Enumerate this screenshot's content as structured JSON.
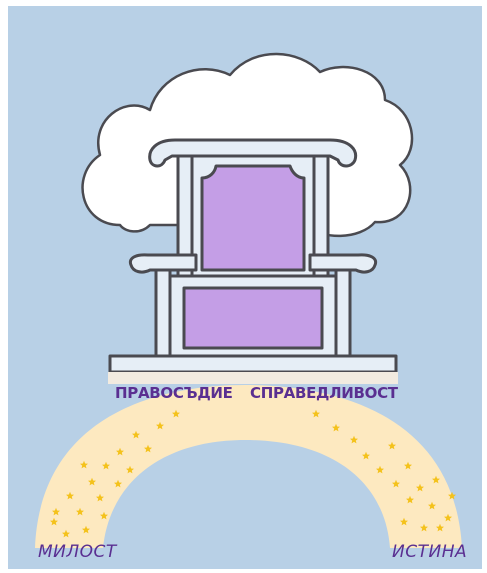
{
  "colors": {
    "sky": "#b8d0e6",
    "cloud": "#ffffff",
    "outline": "#4a4a50",
    "throne_frame": "#e6eef6",
    "throne_cushion": "#c49ee6",
    "bridge": "#fde9c0",
    "star": "#f4c21c",
    "label": "#5a2f91"
  },
  "icons": {
    "star": "star-icon",
    "throne": "throne-icon",
    "cloud": "cloud-icon"
  },
  "labels": {
    "righteousness": "ПРАВОСЪДИЕ",
    "justice": "СПРАВЕДЛИВОСТ",
    "mercy": "МИЛОСТ",
    "truth": "ИСТИНА"
  }
}
